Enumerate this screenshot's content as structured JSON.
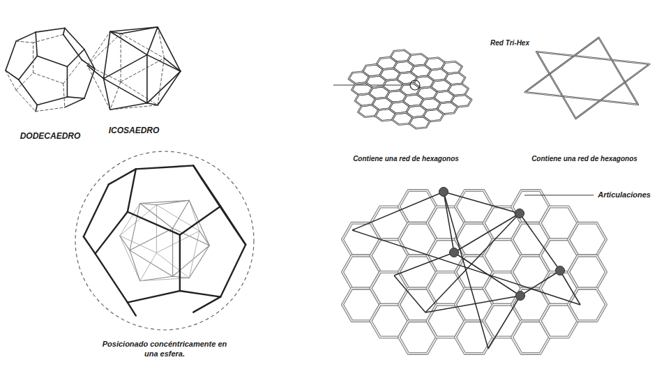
{
  "diagram": {
    "labels": [
      "DODECAEDRO",
      "ICOSAEDRO",
      "Posicionado concéntricamente en una esfera.",
      "Contiene una red de hexagonos",
      "Red Tri-Hex",
      "Contiene una red de hexagonos",
      "Articulaciones"
    ]
  }
}
